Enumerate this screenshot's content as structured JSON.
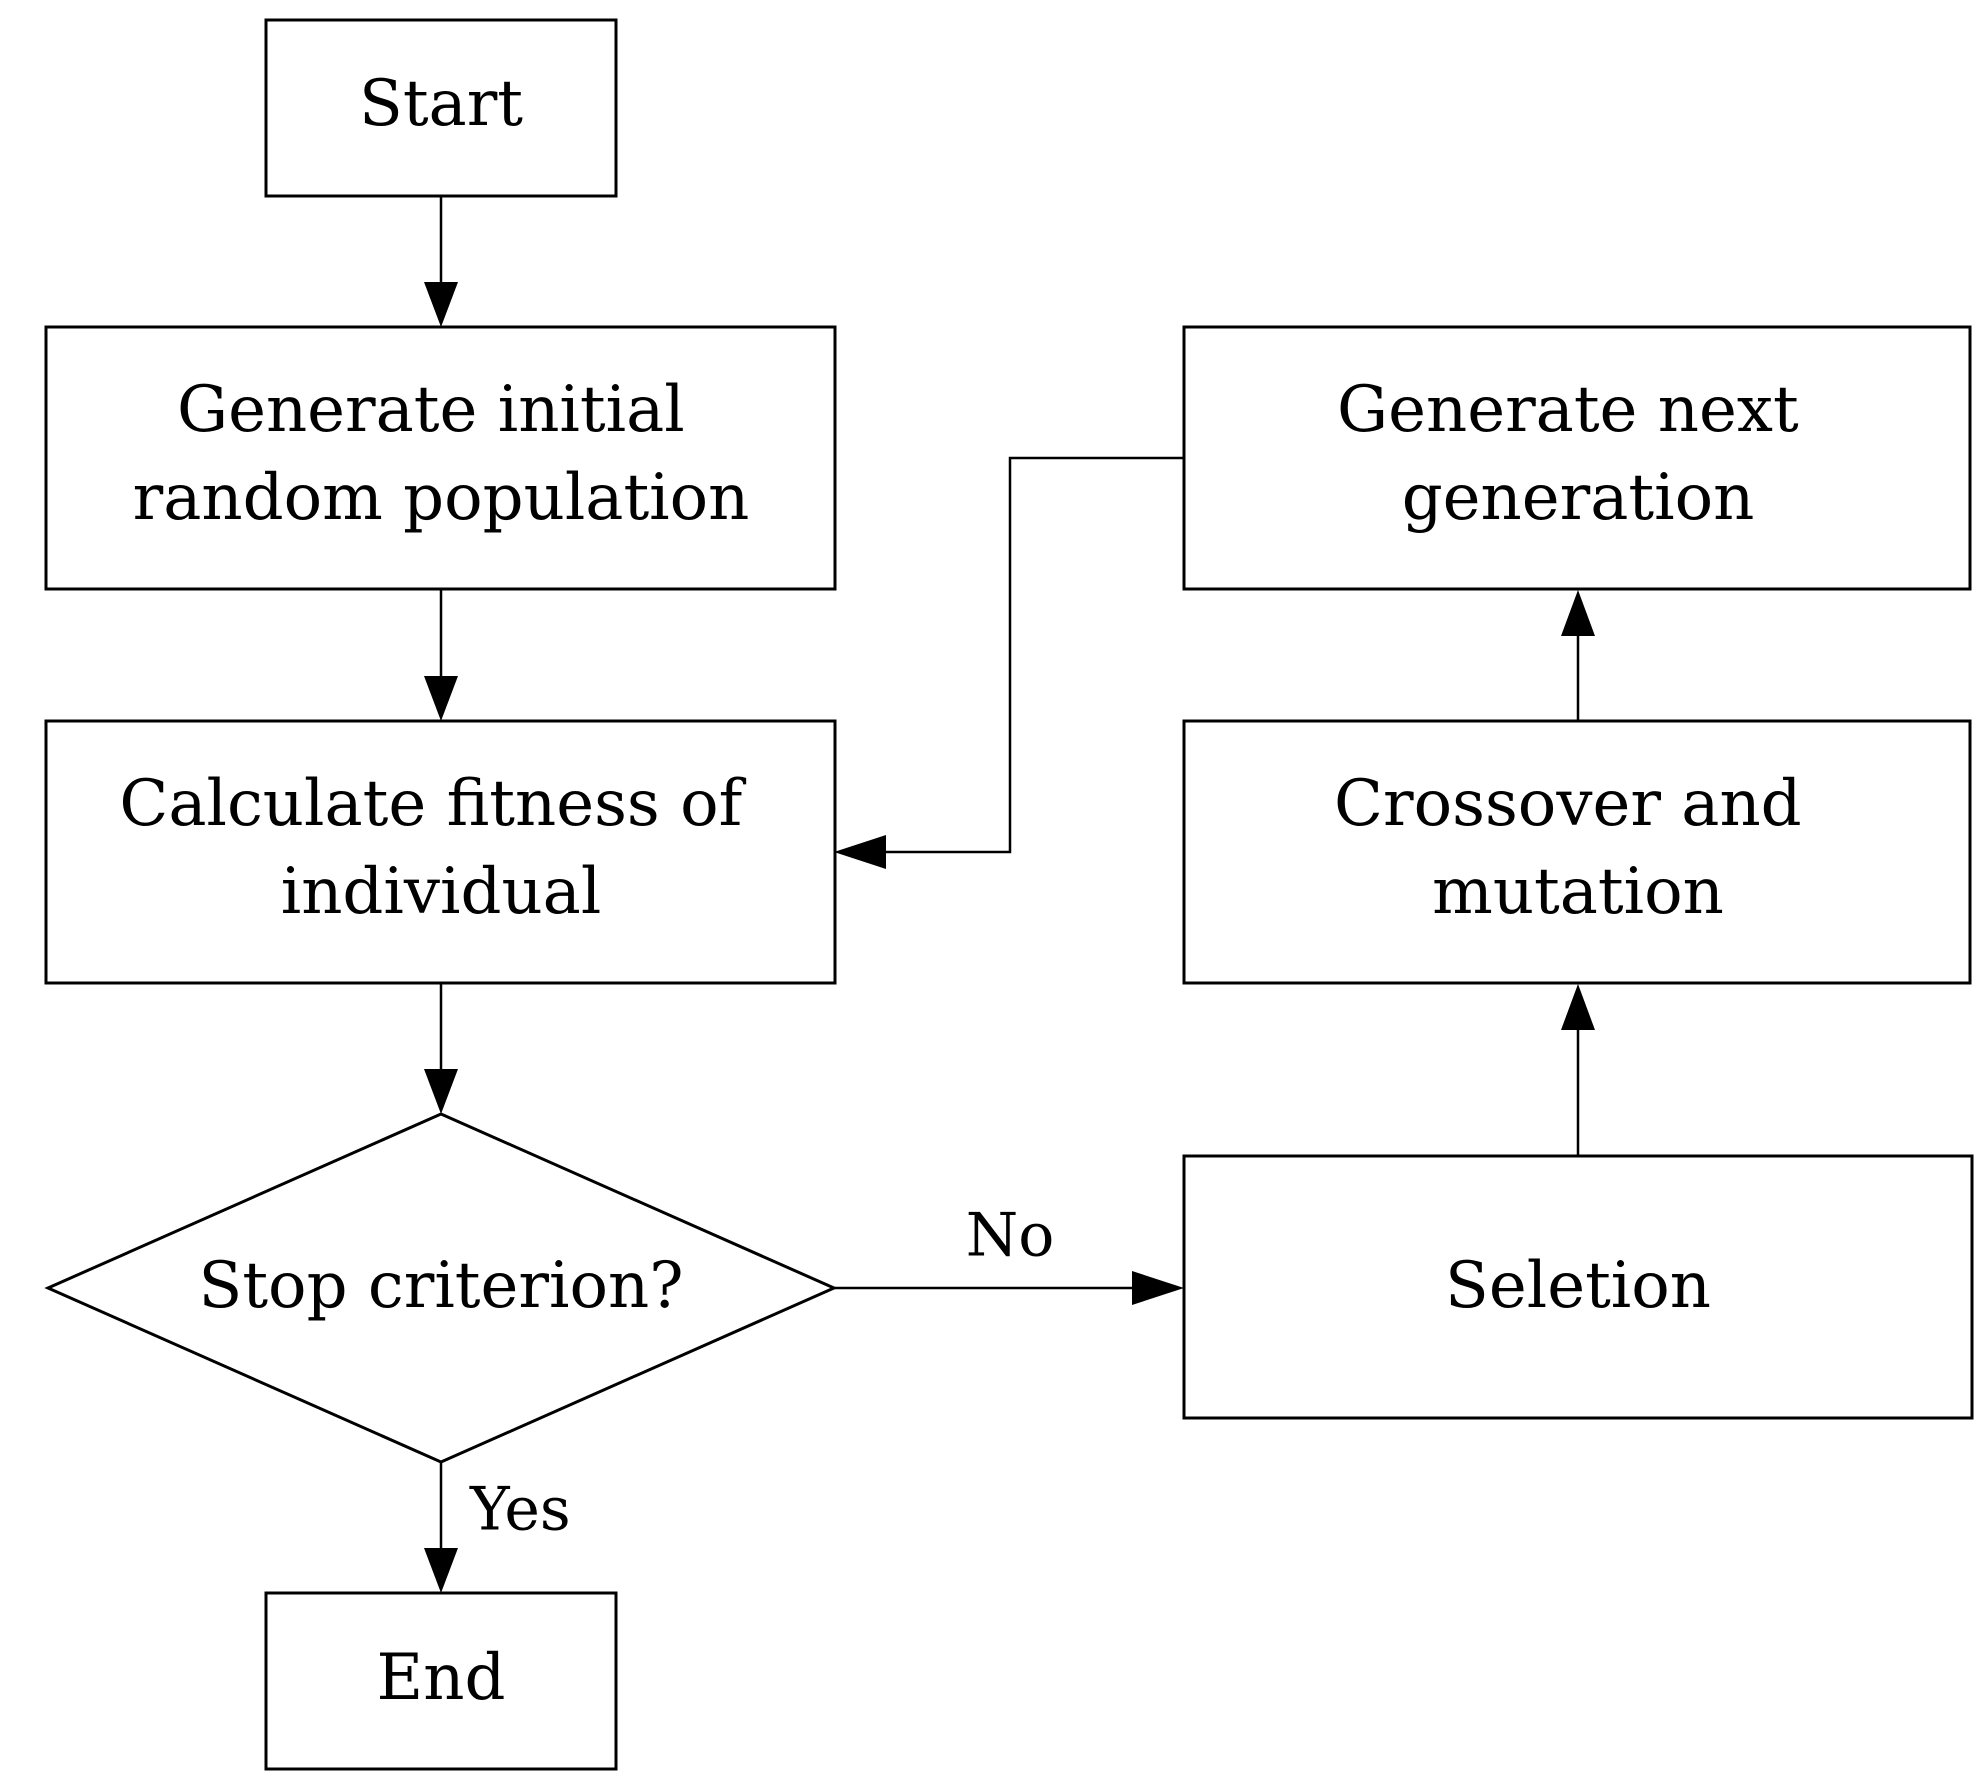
{
  "nodes": {
    "start": {
      "lines": [
        "Start"
      ]
    },
    "generate_initial": {
      "lines": [
        "Generate initial",
        "random population"
      ]
    },
    "calculate_fitness": {
      "lines": [
        "Calculate fitness of",
        "individual"
      ]
    },
    "stop_criterion": {
      "lines": [
        "Stop criterion?"
      ]
    },
    "end": {
      "lines": [
        "End"
      ]
    },
    "selection": {
      "lines": [
        "Seletion"
      ]
    },
    "crossover_mutation": {
      "lines": [
        "Crossover and",
        "mutation"
      ]
    },
    "generate_next": {
      "lines": [
        "Generate next",
        "generation"
      ]
    }
  },
  "edges": {
    "no_label": "No",
    "yes_label": "Yes"
  }
}
